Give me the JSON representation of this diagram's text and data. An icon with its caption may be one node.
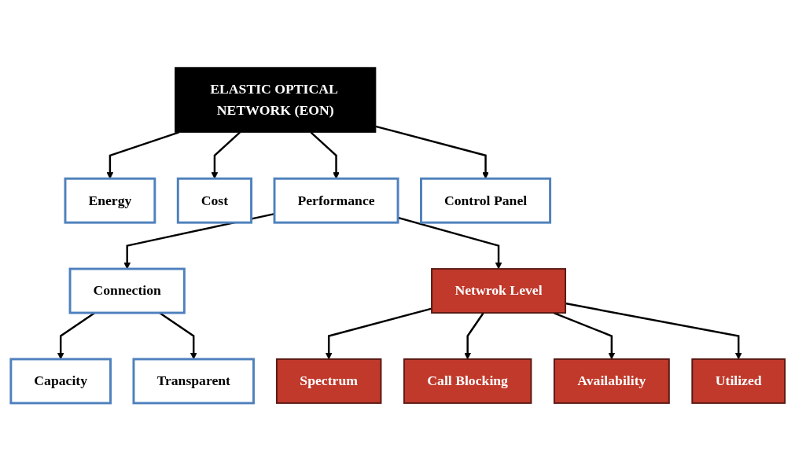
{
  "diagram": {
    "nodes": [
      {
        "text": [
          "ELASTIC OPTICAL NETWORK (EON)"
        ]
      },
      {
        "text": [
          "Energy"
        ]
      },
      {
        "text": [
          "Cost"
        ]
      },
      {
        "text": [
          "Performance"
        ]
      },
      {
        "text": [
          "Control Panel"
        ]
      },
      {
        "text": [
          "Connection"
        ]
      },
      {
        "text": [
          "Netwrok Level"
        ]
      },
      {
        "text": [
          "Capacity"
        ]
      },
      {
        "text": [
          "Transparent"
        ]
      },
      {
        "text": [
          "Spectrum"
        ]
      },
      {
        "text": [
          "Call Blocking"
        ]
      },
      {
        "text": [
          "Availability"
        ]
      },
      {
        "text": [
          "Utilized"
        ]
      }
    ],
    "edges": [
      {
        "from": 0,
        "to": 1,
        "arrow": "to"
      },
      {
        "from": 0,
        "to": 2,
        "arrow": "to"
      },
      {
        "from": 0,
        "to": 3,
        "arrow": "to"
      },
      {
        "from": 0,
        "to": 4,
        "arrow": "to"
      },
      {
        "from": 3,
        "to": 5,
        "arrow": "to"
      },
      {
        "from": 3,
        "to": 6,
        "arrow": "to"
      },
      {
        "from": 5,
        "to": 7,
        "arrow": "to"
      },
      {
        "from": 5,
        "to": 8,
        "arrow": "to"
      },
      {
        "from": 6,
        "to": 9,
        "arrow": "to"
      },
      {
        "from": 6,
        "to": 10,
        "arrow": "to"
      },
      {
        "from": 6,
        "to": 11,
        "arrow": "to"
      },
      {
        "from": 6,
        "to": 12,
        "arrow": "to"
      }
    ]
  }
}
